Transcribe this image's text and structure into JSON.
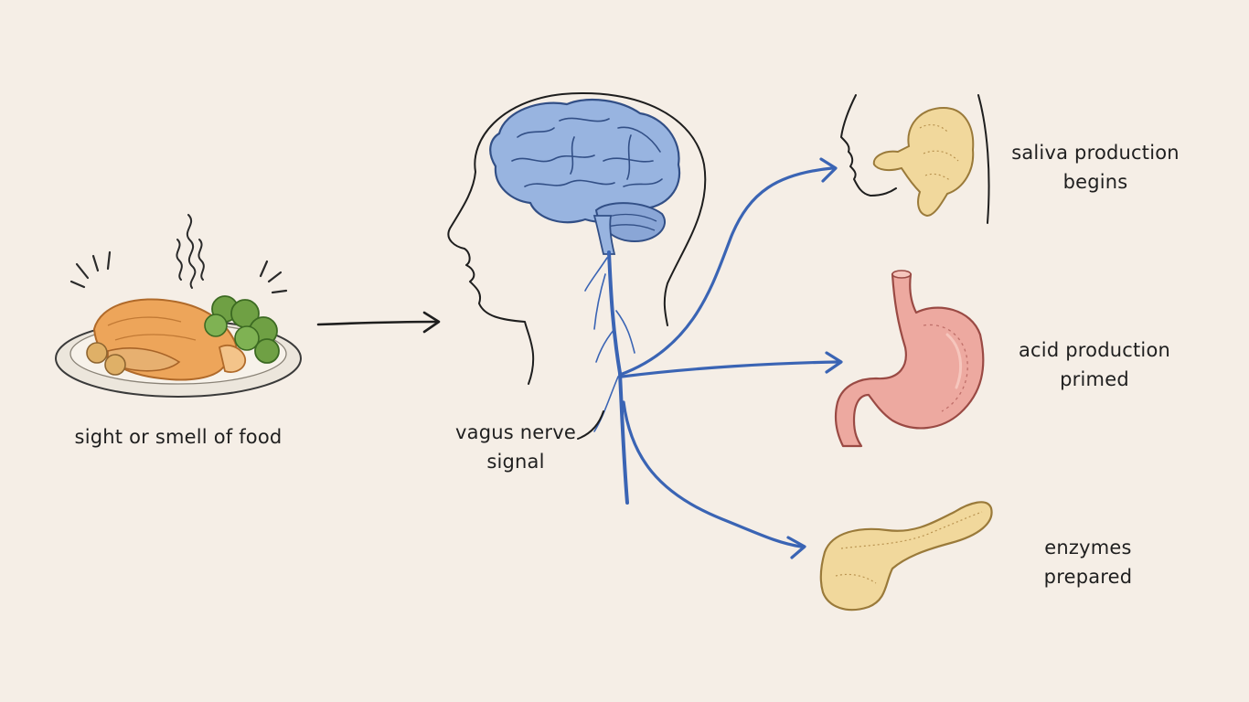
{
  "labels": {
    "food": "sight or smell of food",
    "vagus": "vagus nerve\nsignal",
    "saliva": "saliva production\nbegins",
    "acid": "acid production\nprimed",
    "enzymes": "enzymes\nprepared"
  },
  "colors": {
    "background": "#f5eee6",
    "nerve": "#3a64b4",
    "brain": "#98b4e0",
    "stomach": "#eda9a0",
    "gland": "#f1d89c",
    "food": "#eda55a",
    "broccoli": "#6fa044"
  },
  "icons": [
    "plate-of-food-icon",
    "head-brain-icon",
    "face-salivary-gland-icon",
    "stomach-icon",
    "pancreas-icon"
  ]
}
